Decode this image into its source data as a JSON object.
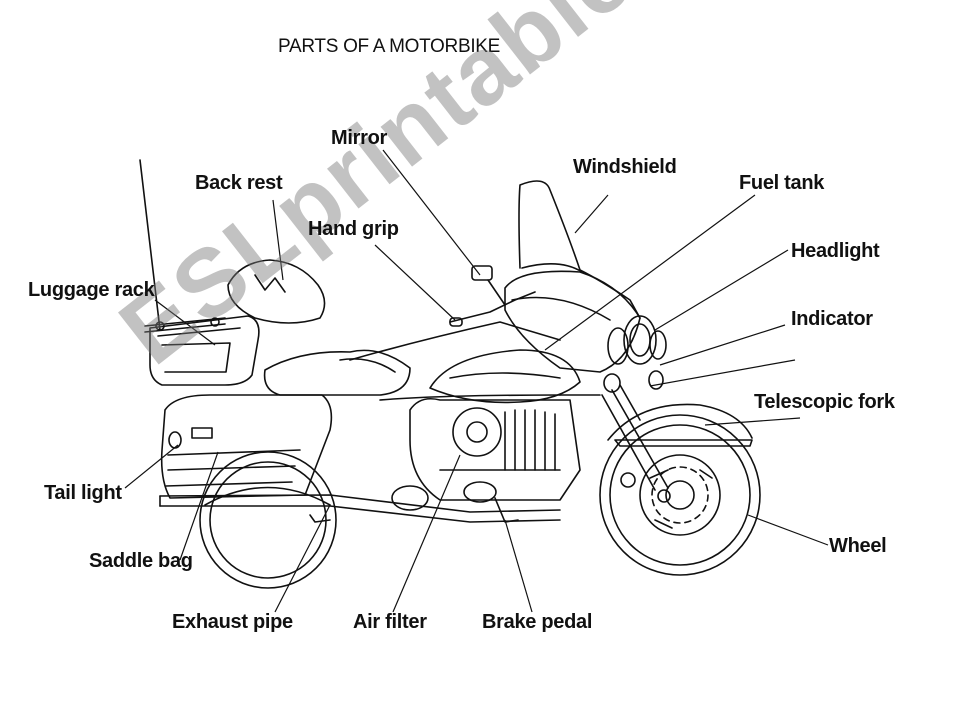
{
  "title": "PARTS OF A MOTORBIKE",
  "labels": {
    "mirror": "Mirror",
    "windshield": "Windshield",
    "fuel_tank": "Fuel tank",
    "back_rest": "Back rest",
    "hand_grip": "Hand grip",
    "headlight": "Headlight",
    "luggage_rack": "Luggage rack",
    "indicator": "Indicator",
    "telescopic_fork": "Telescopic fork",
    "tail_light": "Tail light",
    "wheel": "Wheel",
    "saddle_bag": "Saddle bag",
    "exhaust_pipe": "Exhaust pipe",
    "air_filter": "Air filter",
    "brake_pedal": "Brake pedal"
  },
  "watermark": "ESLprintables.com",
  "colors": {
    "line": "#111111",
    "watermark": "#888888"
  }
}
